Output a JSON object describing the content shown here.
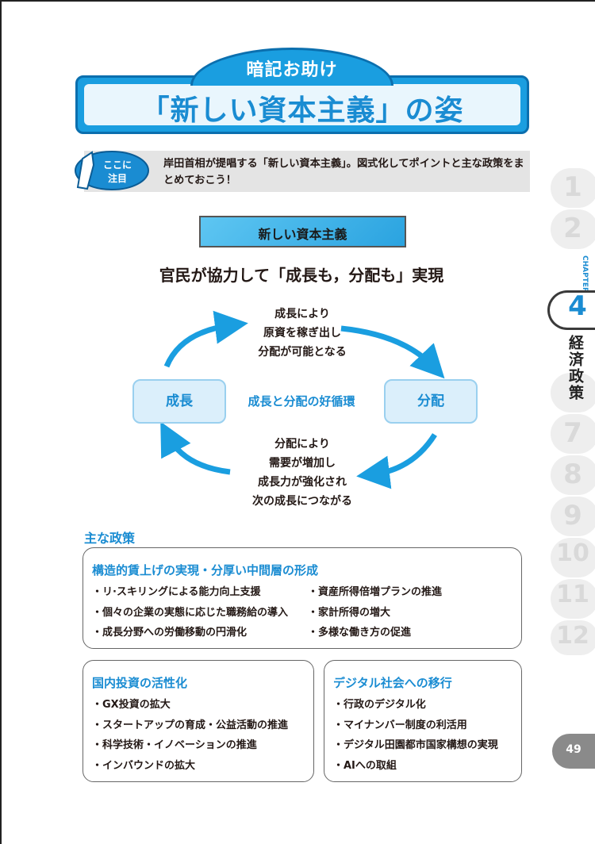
{
  "title": {
    "tab": "暗記お助け",
    "main": "「新しい資本主義」の姿"
  },
  "note": {
    "badge_line1": "ここに",
    "badge_line2": "注目",
    "text": "岸田首相が提唱する「新しい資本主義」。図式化してポイントと主な政策をまとめておこう！"
  },
  "diagram": {
    "header": "新しい資本主義",
    "subtitle": "官民が協力して「成長も，分配も」実現",
    "top_text": [
      "成長により",
      "原資を稼ぎ出し",
      "分配が可能となる"
    ],
    "left_node": "成長",
    "right_node": "分配",
    "center": "成長と分配の好循環",
    "bottom_text": [
      "分配により",
      "需要が増加し",
      "成長力が強化され",
      "次の成長につながる"
    ]
  },
  "policies": {
    "heading": "主な政策",
    "box1": {
      "title": "構造的賃上げの実現・分厚い中間層の形成",
      "left": [
        "・リ·スキリングによる能力向上支援",
        "・個々の企業の実態に応じた職務給の導入",
        "・成長分野への労働移動の円滑化"
      ],
      "right": [
        "・資産所得倍増プランの推進",
        "・家計所得の増大",
        "・多様な働き方の促進"
      ]
    },
    "box2": {
      "title": "国内投資の活性化",
      "items": [
        "・GX投資の拡大",
        "・スタートアップの育成・公益活動の推進",
        "・科学技術・イノベーションの推進",
        "・インバウンドの拡大"
      ]
    },
    "box3": {
      "title": "デジタル社会への移行",
      "items": [
        "・行政のデジタル化",
        "・マイナンバー制度の利活用",
        "・デジタル田園都市国家構想の実現",
        "・AIへの取組"
      ]
    }
  },
  "side": {
    "chapter_label": "CHAPTER",
    "current": "4",
    "chapter_name": "経済政策",
    "numbers": [
      "1",
      "2",
      "7",
      "8",
      "9",
      "10",
      "11",
      "12"
    ],
    "page": "49"
  },
  "colors": {
    "accent": "#1a8cd2",
    "title_blue": "#1a9ee0",
    "node_fill": "#dbeffb",
    "arrow": "#1a9ee0"
  }
}
